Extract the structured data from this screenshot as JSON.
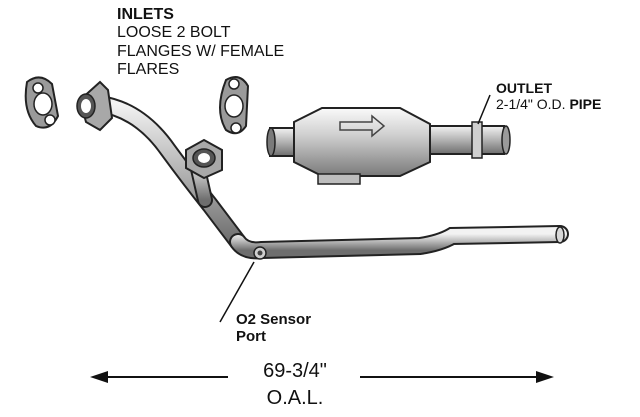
{
  "labels": {
    "inlets_title": "INLETS",
    "inlets_lines": [
      "LOOSE 2 BOLT",
      "FLANGES W/ FEMALE",
      "FLARES"
    ],
    "outlet_title": "OUTLET",
    "outlet_spec_size": "2-1/4\" O.D.",
    "outlet_spec_type": "PIPE",
    "o2_line1": "O2 Sensor",
    "o2_line2": "Port",
    "length": "69-3/4\"",
    "length_unit": "O.A.L."
  }
}
